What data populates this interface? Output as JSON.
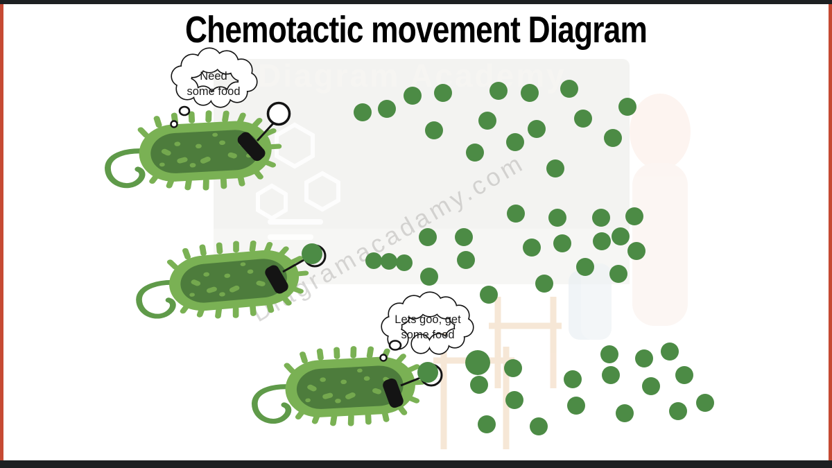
{
  "title": "Chemotactic movement Diagram",
  "watermarks": {
    "brand": "Diagram Academy",
    "site": "Diagramacadamy.com"
  },
  "bubbles": {
    "b1": {
      "line1": "Need",
      "line2": "some food"
    },
    "b3": {
      "line1": "Lets goo, get",
      "line2": "some food"
    }
  },
  "colors": {
    "outer": "#7ab154",
    "inner": "#4d7c3c",
    "spot": "#74a84e",
    "flagellum": "#5f9a49",
    "food": "#4c8b45",
    "frame-red": "#c64a33",
    "frame-black": "#1d2022",
    "ink": "#141414"
  },
  "food_dots": [
    [
      523,
      162
    ],
    [
      558,
      157
    ],
    [
      595,
      138
    ],
    [
      639,
      134
    ],
    [
      719,
      131
    ],
    [
      764,
      134
    ],
    [
      821,
      128
    ],
    [
      626,
      188
    ],
    [
      703,
      174
    ],
    [
      685,
      220
    ],
    [
      743,
      205
    ],
    [
      774,
      186
    ],
    [
      841,
      171
    ],
    [
      884,
      199
    ],
    [
      905,
      154
    ],
    [
      801,
      243
    ],
    [
      744,
      308
    ],
    [
      804,
      314
    ],
    [
      867,
      314
    ],
    [
      915,
      312
    ],
    [
      767,
      357
    ],
    [
      811,
      351
    ],
    [
      868,
      348
    ],
    [
      895,
      341
    ],
    [
      918,
      362
    ],
    [
      617,
      342
    ],
    [
      669,
      342
    ],
    [
      672,
      375
    ],
    [
      539,
      376,
      12
    ],
    [
      561,
      377,
      12
    ],
    [
      583,
      379,
      12
    ],
    [
      619,
      399
    ],
    [
      705,
      425
    ],
    [
      785,
      409
    ],
    [
      844,
      385
    ],
    [
      892,
      395
    ],
    [
      689,
      523,
      18
    ],
    [
      691,
      555
    ],
    [
      740,
      531
    ],
    [
      742,
      577
    ],
    [
      702,
      612
    ],
    [
      777,
      615
    ],
    [
      826,
      547
    ],
    [
      831,
      585
    ],
    [
      879,
      511
    ],
    [
      881,
      541
    ],
    [
      929,
      517
    ],
    [
      939,
      557
    ],
    [
      966,
      507
    ],
    [
      987,
      541
    ],
    [
      901,
      596
    ],
    [
      978,
      593
    ],
    [
      1017,
      581
    ]
  ]
}
